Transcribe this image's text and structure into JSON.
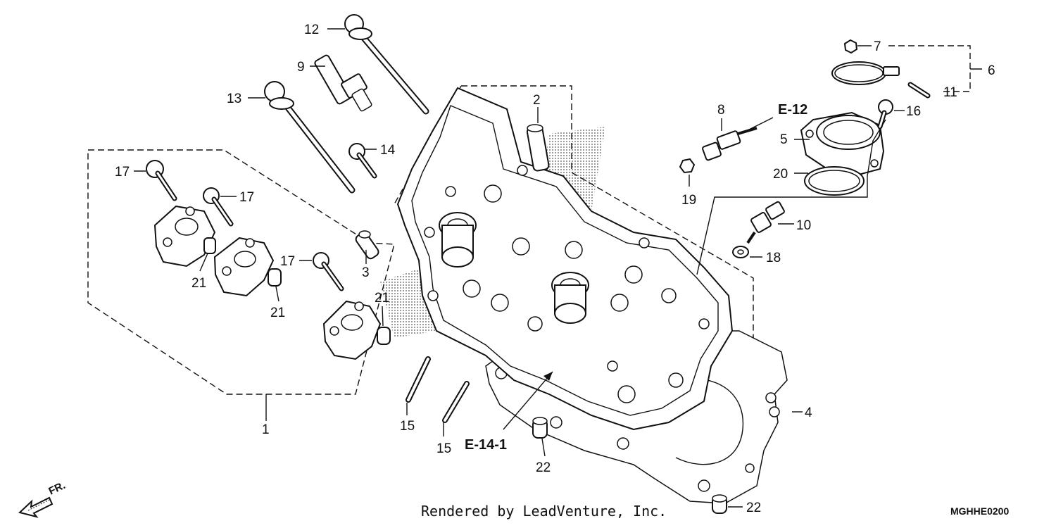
{
  "diagram": {
    "callouts": {
      "c1": "1",
      "c2": "2",
      "c3": "3",
      "c4": "4",
      "c5": "5",
      "c6": "6",
      "c7": "7",
      "c8": "8",
      "c9": "9",
      "c10": "10",
      "c11": "11",
      "c12": "12",
      "c13": "13",
      "c14": "14",
      "c16": "16",
      "c18": "18",
      "c19": "19",
      "c20": "20",
      "c15a": "15",
      "c15b": "15",
      "c17a": "17",
      "c17b": "17",
      "c17c": "17",
      "c21a": "21",
      "c21b": "21",
      "c21c": "21",
      "c22a": "22",
      "c22b": "22"
    },
    "section_refs": {
      "upper": "E-12",
      "lower": "E-14-1"
    },
    "direction_label": "FR.",
    "credit": "Rendered by LeadVenture, Inc.",
    "diagram_code": "MGHHE0200"
  }
}
